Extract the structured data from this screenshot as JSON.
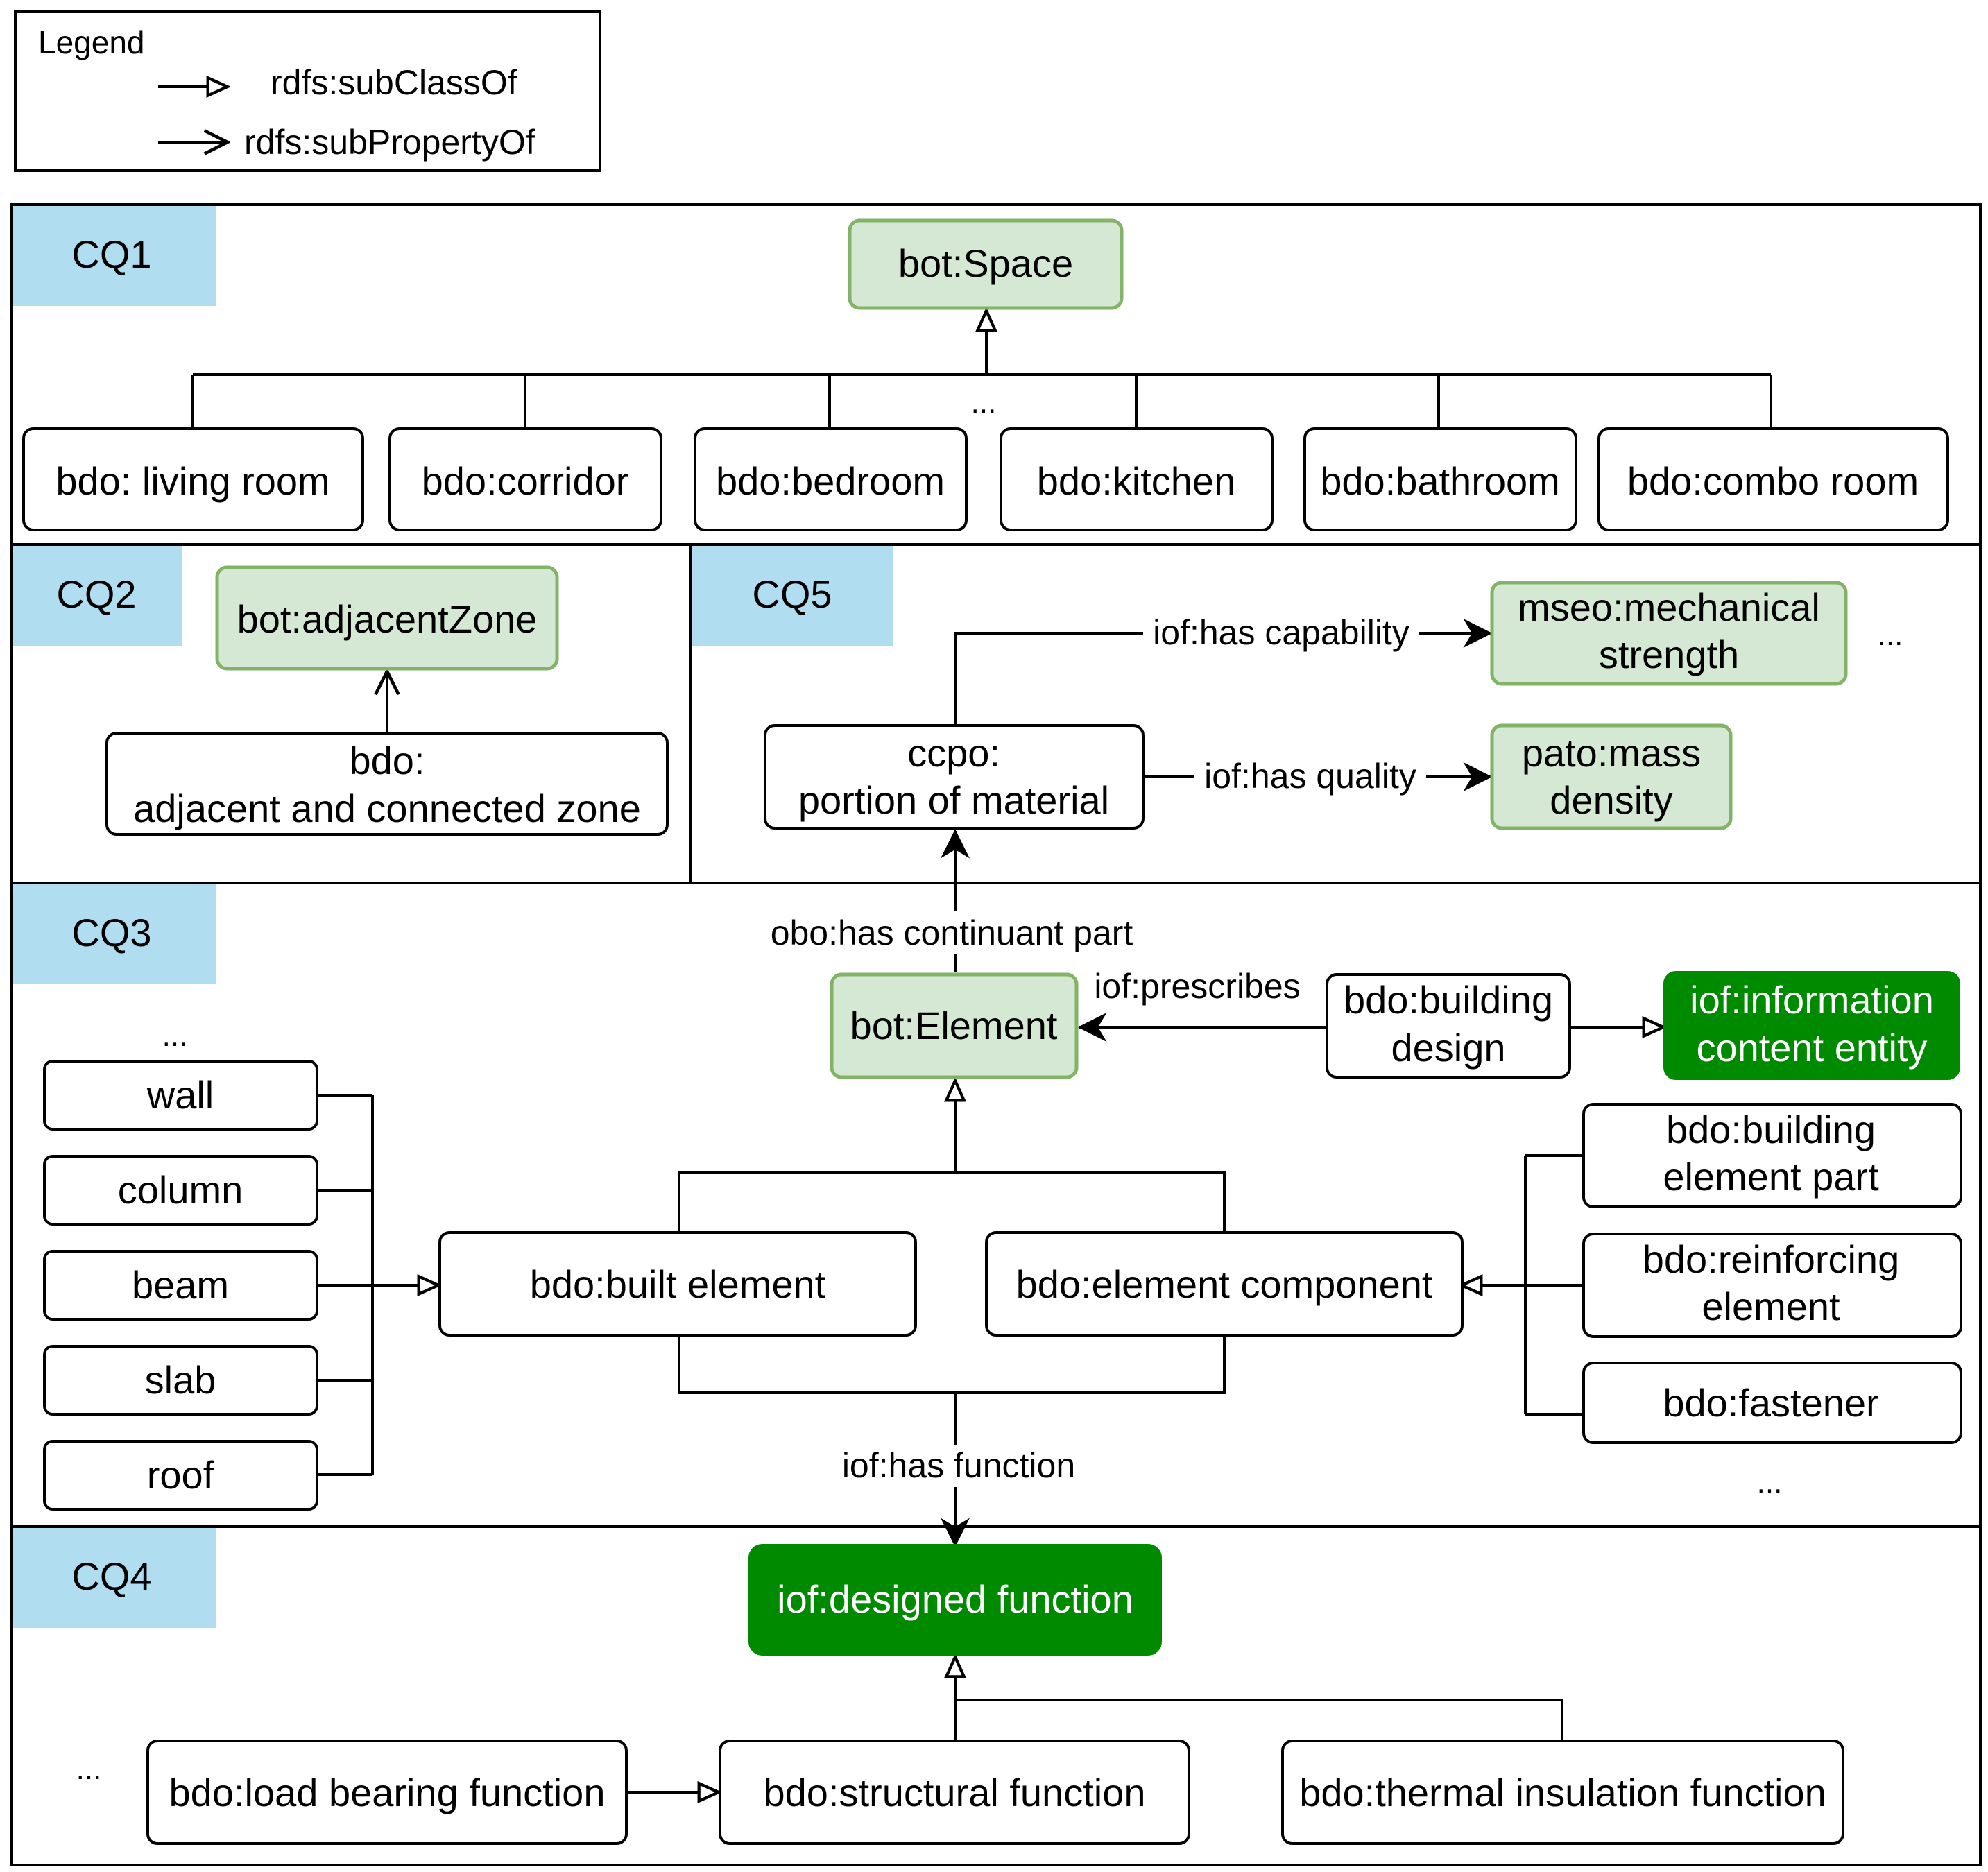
{
  "legend": {
    "title": "Legend",
    "subclass_label": "rdfs:subClassOf",
    "subproperty_label": "rdfs:subPropertyOf"
  },
  "panels": {
    "cq1": "CQ1",
    "cq2": "CQ2",
    "cq3": "CQ3",
    "cq4": "CQ4",
    "cq5": "CQ5"
  },
  "colors": {
    "light_green_fill": "#d5e8d4",
    "light_green_border": "#82b366",
    "dark_green": "#008a00",
    "tag_blue": "#b1ddf0"
  },
  "cq1": {
    "parent": "bot:Space",
    "ellipsis": "...",
    "children": [
      "bdo: living room",
      "bdo:corridor",
      "bdo:bedroom",
      "bdo:kitchen",
      "bdo:bathroom",
      "bdo:combo room"
    ]
  },
  "cq2": {
    "parent": "bot:adjacentZone",
    "child_line1": "bdo:",
    "child_line2": "adjacent and connected zone"
  },
  "cq5": {
    "material_line1": "ccpo:",
    "material_line2": "portion of material",
    "has_capability": "iof:has capability",
    "has_quality": "iof:has quality",
    "strength_line1": "mseo:mechanical",
    "strength_line2": "strength",
    "density_line1": "pato:mass",
    "density_line2": "density",
    "ellipsis": "..."
  },
  "cq3": {
    "has_continuant_part": "obo:has continuant part",
    "element": "bot:Element",
    "prescribes": "iof:prescribes",
    "design_line1": "bdo:building",
    "design_line2": "design",
    "ice_line1": "iof:information",
    "ice_line2": "content entity",
    "built_element": "bdo:built element",
    "element_component": "bdo:element component",
    "left_ellipsis": "...",
    "left_items": [
      "wall",
      "column",
      "beam",
      "slab",
      "roof"
    ],
    "part_line1": "bdo:building",
    "part_line2": "element part",
    "reinf_line1": "bdo:reinforcing",
    "reinf_line2": "element",
    "fastener": "bdo:fastener",
    "right_ellipsis": "...",
    "has_function": "iof:has function"
  },
  "cq4": {
    "designed_function": "iof:designed function",
    "load_bearing": "bdo:load bearing function",
    "structural": "bdo:structural function",
    "thermal": "bdo:thermal insulation function",
    "ellipsis": "..."
  }
}
